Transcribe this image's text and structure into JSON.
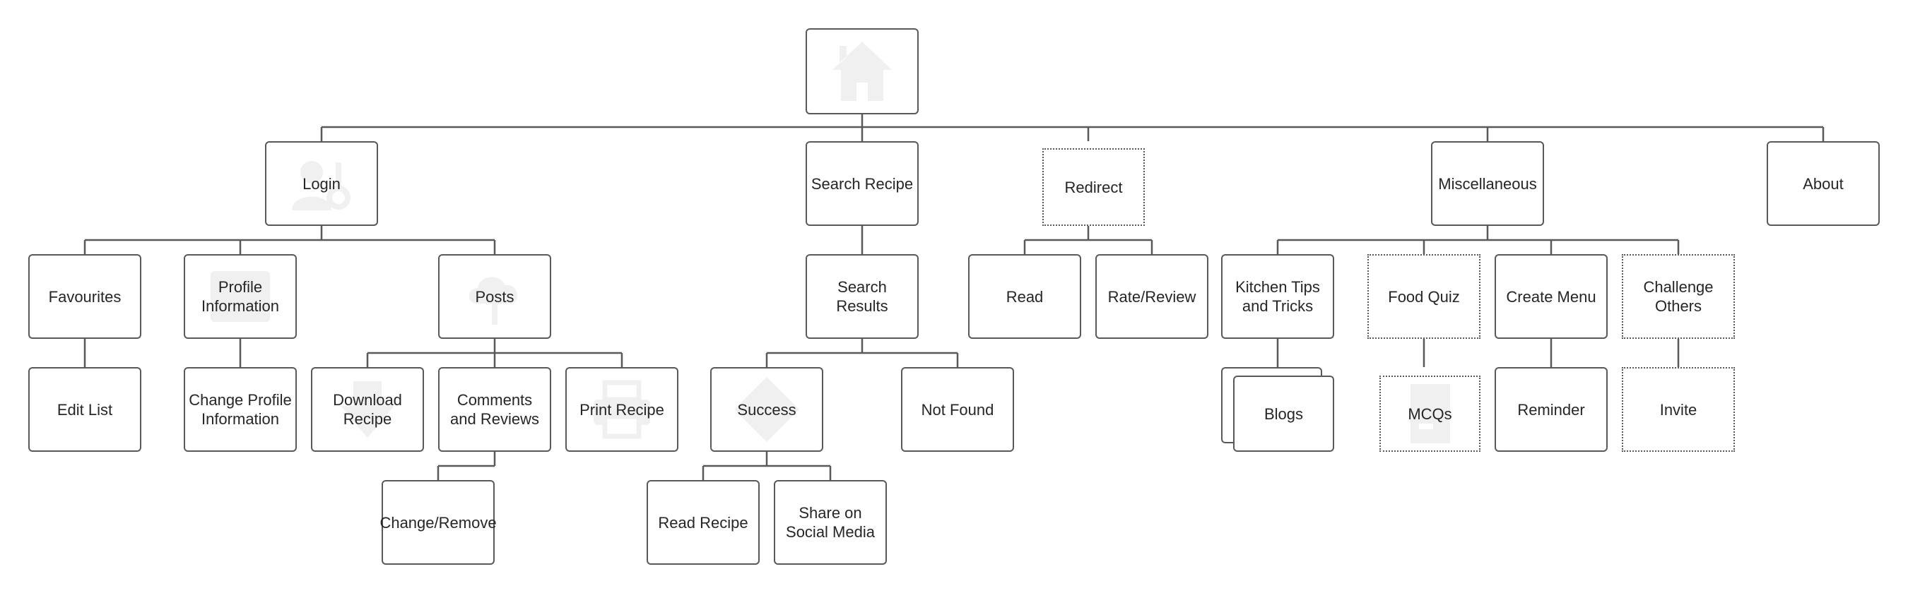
{
  "diagram": {
    "root": {
      "label": ""
    },
    "level1": {
      "login": "Login",
      "search_recipe": "Search Recipe",
      "redirect": "Redirect",
      "miscellaneous": "Miscellaneous",
      "about": "About"
    },
    "login_children": {
      "favourites": "Favourites",
      "profile_information": "Profile Information",
      "posts": "Posts",
      "edit_list": "Edit List",
      "change_profile_information": "Change Profile Information",
      "download_recipe": "Download Recipe",
      "comments_and_reviews": "Comments and Reviews",
      "print_recipe": "Print Recipe",
      "change_remove": "Change/Remove"
    },
    "search_children": {
      "search_results": "Search Results",
      "success": "Success",
      "not_found": "Not Found",
      "read_recipe": "Read Recipe",
      "share_on_social_media": "Share on Social Media"
    },
    "redirect_children": {
      "read": "Read",
      "rate_review": "Rate/Review"
    },
    "misc_children": {
      "kitchen_tips": "Kitchen Tips and Tricks",
      "food_quiz": "Food Quiz",
      "create_menu": "Create Menu",
      "challenge_others": "Challenge Others",
      "blogs": "Blogs",
      "mcqs": "MCQs",
      "reminder": "Reminder",
      "invite": "Invite"
    }
  }
}
